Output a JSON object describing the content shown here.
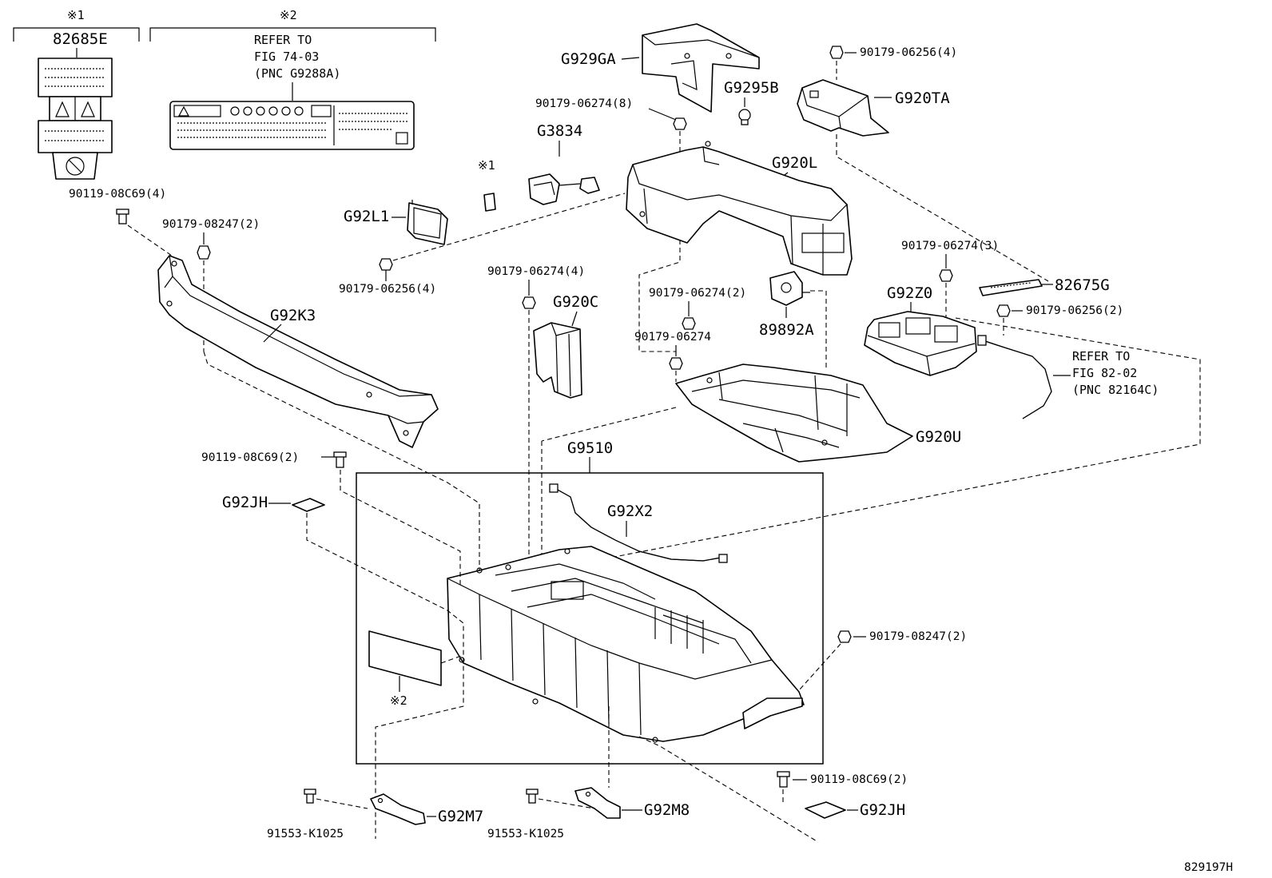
{
  "figure_id": "829197H",
  "notes": {
    "mark1": "※1",
    "mark2": "※2",
    "refer_fig_74": [
      "REFER TO",
      "FIG 74-03",
      "(PNC G9288A)"
    ],
    "refer_fig_82": [
      "REFER TO",
      "FIG 82-02",
      "(PNC 82164C)"
    ]
  },
  "parts": {
    "p82685E": "82685E",
    "pG929GA": "G929GA",
    "p90179_06256_4": "90179-06256(4)",
    "pG9295B": "G9295B",
    "pG920TA": "G920TA",
    "p90179_06274_8": "90179-06274(8)",
    "pG3834": "G3834",
    "pG920L": "G920L",
    "p90119_08C69_4": "90119-08C69(4)",
    "p90179_08247_2_top": "90179-08247(2)",
    "pG92L1": "G92L1",
    "p90179_06256_4_left": "90179-06256(4)",
    "p90179_06274_3": "90179-06274(3)",
    "p82675G": "82675G",
    "pG92Z0": "G92Z0",
    "p90179_06256_2": "90179-06256(2)",
    "p90179_06274_4": "90179-06274(4)",
    "pG920C": "G920C",
    "p90179_06274_2": "90179-06274(2)",
    "p89892A": "89892A",
    "p90179_06274": "90179-06274",
    "pG92K3": "G92K3",
    "pG920U": "G920U",
    "pG9510": "G9510",
    "p90119_08C69_2_left": "90119-08C69(2)",
    "pG92X2": "G92X2",
    "pG92JH_left": "G92JH",
    "p90179_08247_2_right": "90179-08247(2)",
    "p90119_08C69_2_bottom": "90119-08C69(2)",
    "pG92M7": "G92M7",
    "pG92M8": "G92M8",
    "pG92JH_right": "G92JH",
    "p91553_K1025_a": "91553-K1025",
    "p91553_K1025_b": "91553-K1025"
  }
}
